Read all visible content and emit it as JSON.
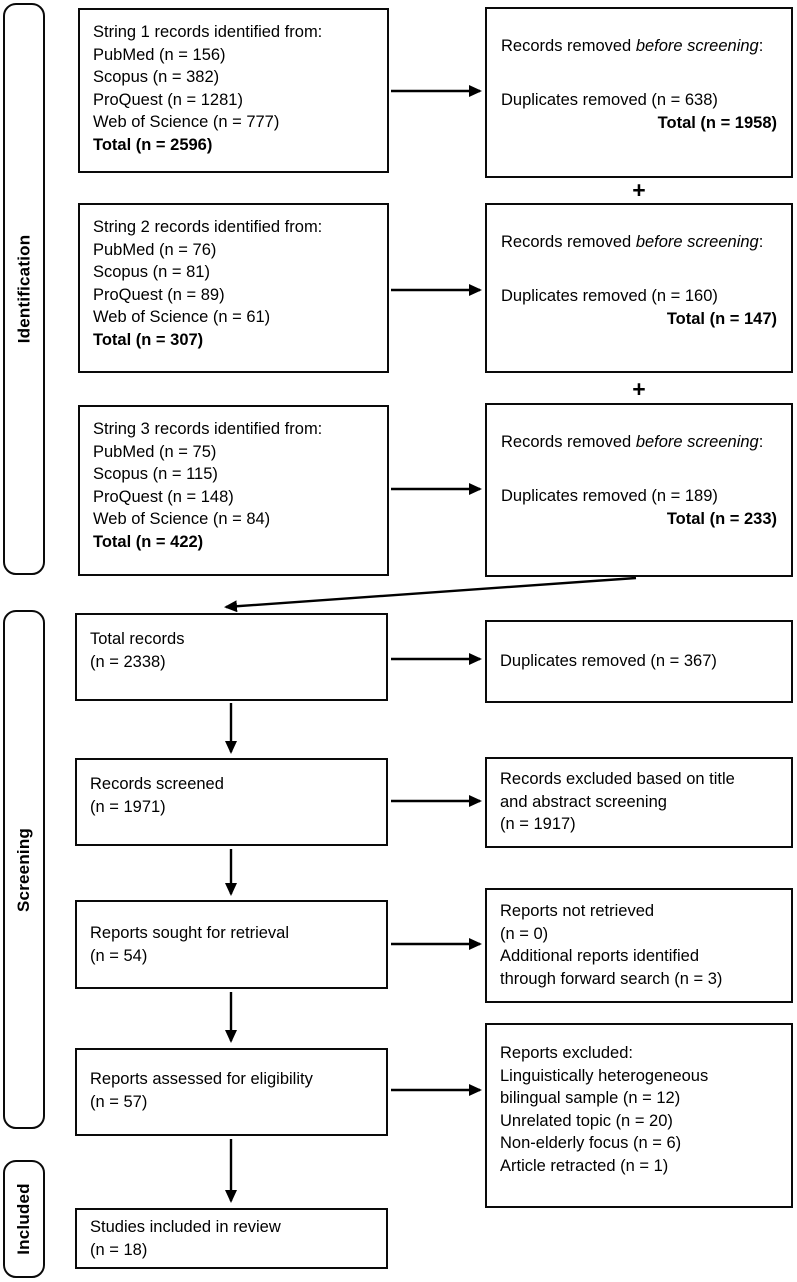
{
  "sidebar": {
    "identification": "Identification",
    "screening": "Screening",
    "included": "Included"
  },
  "plus": "+",
  "search_strings": [
    {
      "title": "String 1 records identified from:",
      "lines": [
        "PubMed (n = 156)",
        "Scopus (n = 382)",
        "ProQuest (n = 1281)",
        "Web of Science (n = 777)"
      ],
      "total": "Total (n = 2596)"
    },
    {
      "title": "String 2 records identified from:",
      "lines": [
        "PubMed (n = 76)",
        "Scopus (n = 81)",
        "ProQuest (n = 89)",
        "Web of Science (n = 61)"
      ],
      "total": "Total (n = 307)"
    },
    {
      "title": "String 3 records identified from:",
      "lines": [
        "PubMed (n = 75)",
        "Scopus (n = 115)",
        "ProQuest (n = 148)",
        "Web of Science (n = 84)"
      ],
      "total": "Total (n = 422)"
    }
  ],
  "removed_boxes": [
    {
      "prefix": "Records removed ",
      "italic": "before screening",
      "suffix": ":",
      "duplicates": "Duplicates removed (n = 638)",
      "total": "Total (n = 1958)"
    },
    {
      "prefix": "Records removed ",
      "italic": "before screening",
      "suffix": ":",
      "duplicates": "Duplicates removed (n = 160)",
      "total": "Total (n = 147)"
    },
    {
      "prefix": "Records removed ",
      "italic": "before screening",
      "suffix": ":",
      "duplicates": "Duplicates removed (n = 189)",
      "total": "Total (n = 233)"
    }
  ],
  "flow": {
    "total_records": {
      "lines": [
        "Total records",
        "(n = 2338)"
      ]
    },
    "duplicates_removed": {
      "lines": [
        "Duplicates removed (n = 367)"
      ]
    },
    "records_screened": {
      "lines": [
        "Records screened",
        "(n = 1971)"
      ]
    },
    "records_excluded": {
      "lines": [
        "Records excluded based on title",
        "and abstract screening",
        "(n = 1917)"
      ]
    },
    "reports_sought": {
      "lines": [
        "Reports sought for retrieval",
        "(n = 54)"
      ]
    },
    "reports_not_retrieved": {
      "lines": [
        "Reports not retrieved",
        "(n = 0)",
        "Additional reports identified",
        "through forward search (n = 3)"
      ]
    },
    "reports_assessed": {
      "lines": [
        "Reports assessed for eligibility",
        "(n = 57)"
      ]
    },
    "reports_excluded": {
      "lines": [
        "Reports excluded:",
        "Linguistically heterogeneous",
        "bilingual sample (n = 12)",
        "Unrelated topic (n = 20)",
        "Non-elderly focus (n = 6)",
        "Article retracted (n = 1)"
      ]
    },
    "studies_included": {
      "lines": [
        "Studies included in review",
        "(n = 18)"
      ]
    }
  }
}
